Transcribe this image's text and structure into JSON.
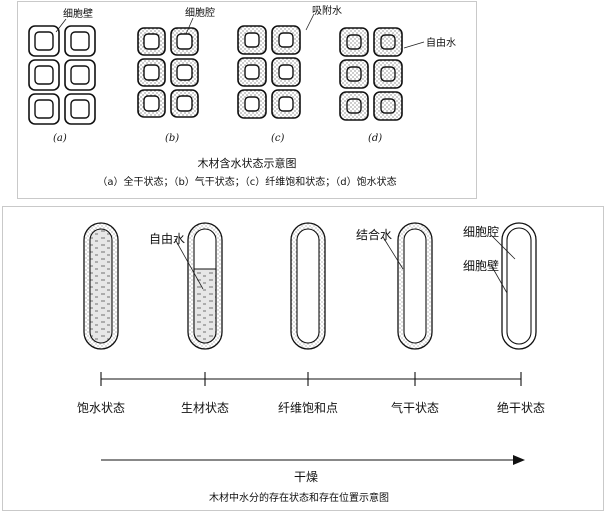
{
  "top_figure": {
    "labels": {
      "cell_wall": "细胞壁",
      "cell_lumen": "细胞腔",
      "adsorbed_water": "吸附水",
      "free_water": "自由水"
    },
    "sublabels": [
      "(a)",
      "(b)",
      "(c)",
      "(d)"
    ],
    "caption_title": "木材含水状态示意图",
    "caption_text": "（a）全干状态；（b）气干状态；（c）纤维饱和状态；（d）饱水状态"
  },
  "bottom_figure": {
    "labels": {
      "free_water": "自由水",
      "bound_water": "结合水",
      "cell_lumen": "细胞腔",
      "cell_wall": "细胞壁"
    },
    "states": [
      "饱水状态",
      "生材状态",
      "纤维饱和点",
      "气干状态",
      "绝干状态"
    ],
    "arrow_label": "干燥",
    "caption": "木材中水分的存在状态和存在位置示意图"
  }
}
